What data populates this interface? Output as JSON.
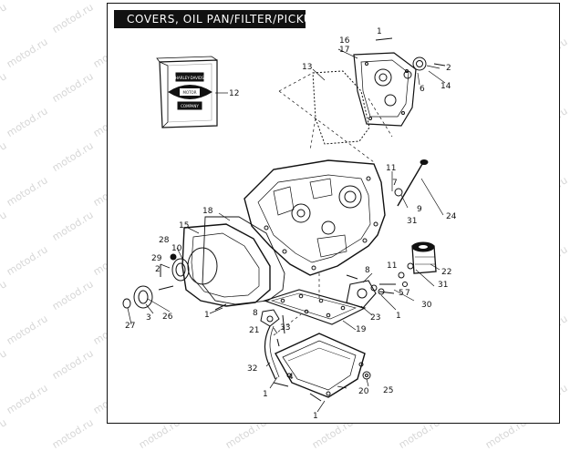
{
  "title": "COVERS, OIL PAN/FILTER/PICKUP",
  "watermark": "motod.ru",
  "manual_badge": {
    "brand": "FL HARLEY-DAVIDSON",
    "lines": [
      "MOTOR",
      "COMPANY"
    ]
  },
  "callouts": [
    "1",
    "2",
    "6",
    "14",
    "16",
    "17",
    "13",
    "12",
    "11",
    "7",
    "9",
    "24",
    "31",
    "18",
    "15",
    "28",
    "10",
    "29",
    "2",
    "3",
    "26",
    "27",
    "1",
    "8",
    "23",
    "1",
    "5",
    "7",
    "11",
    "22",
    "31",
    "30",
    "19",
    "21",
    "33",
    "8",
    "32",
    "4",
    "20",
    "25",
    "1",
    "1"
  ],
  "colors": {
    "ink": "#111111",
    "watermark": "#d7d7d7",
    "title_bg": "#111111",
    "title_fg": "#ffffff"
  }
}
